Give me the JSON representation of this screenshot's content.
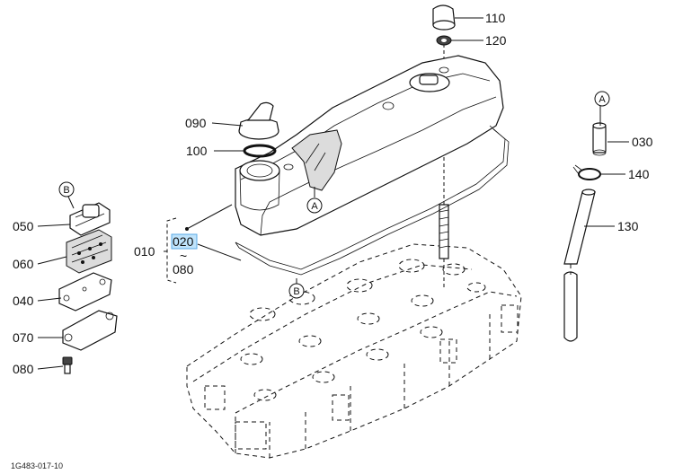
{
  "parts": {
    "p110": "110",
    "p120": "120",
    "p090": "090",
    "p100": "100",
    "p010": "010",
    "p020": "020",
    "tilde": "~",
    "p080b": "080",
    "p050": "050",
    "p060": "060",
    "p040": "040",
    "p070": "070",
    "p080": "080",
    "p030": "030",
    "p140": "140",
    "p130": "130"
  },
  "callouts": {
    "a_cover": "A",
    "b_gasket": "B",
    "b_left": "B",
    "a_right": "A"
  },
  "figure_code": "1G483-017-10",
  "highlight_color": "#bfe3fb"
}
